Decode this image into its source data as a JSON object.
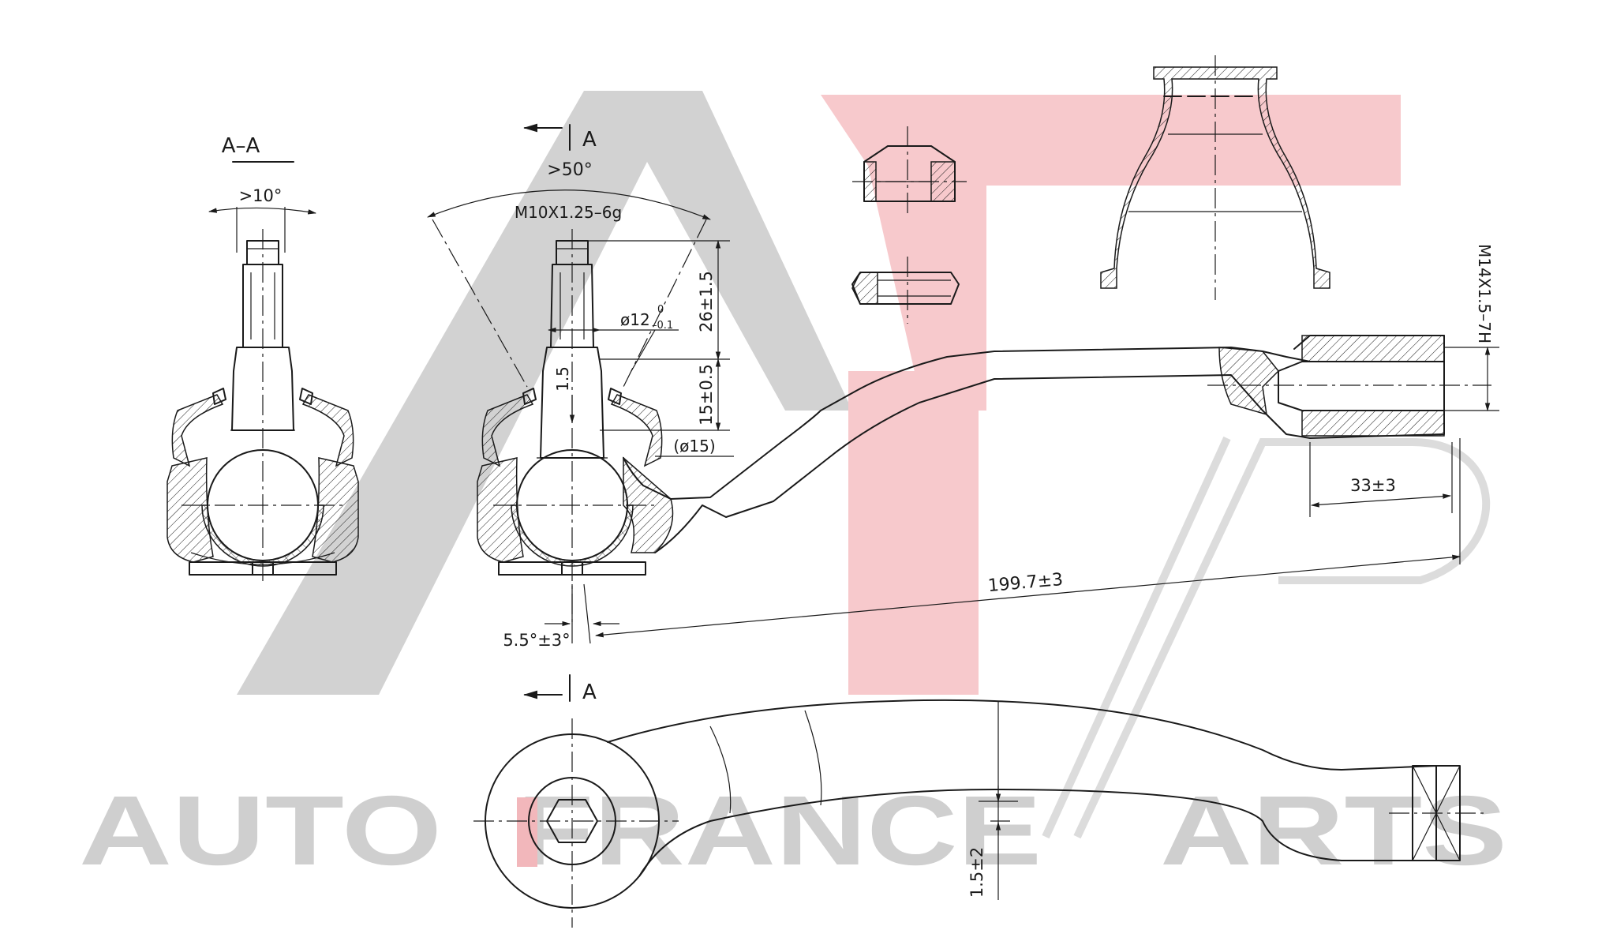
{
  "watermark": {
    "word_1": "AUTO",
    "word_2": "FRANCE",
    "word_3": "ARTS",
    "gray": "#d2d2d2",
    "red": "#f7c9cc"
  },
  "section_label": "A–A",
  "section_marker_letter": "A",
  "dimensions": {
    "angle_section": ">10°",
    "angle_swing": ">50°",
    "stud_thread": "M10X1.25–6g",
    "stud_diameter": "ø12",
    "stud_diameter_tol_upper": "0",
    "stud_diameter_tol_lower": "–0.1",
    "stud_length": "26±1.5",
    "height_1": "15±0.5",
    "boot_dim": "1.5",
    "ball_diameter": "(ø15)",
    "tilt_angle": "5.5°±3°",
    "overall_length": "199.7±3",
    "thread_depth": "33±3",
    "inner_thread": "M14X1.5–7H",
    "offset": "1.5±2"
  }
}
